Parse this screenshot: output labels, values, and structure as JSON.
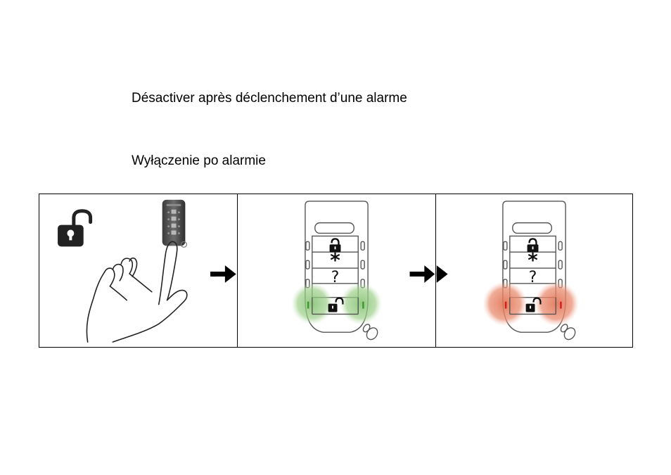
{
  "headings": {
    "french": "Désactiver après déclenchement d’une alarme",
    "polish": "Wyłączenie po alarmie"
  },
  "steps": [
    {
      "icon": "unlock-padlock-icon",
      "action": "finger pressing remote"
    },
    {
      "icon": "remote-keypad-icon",
      "led_color": "#7ec06b"
    },
    {
      "icon": "remote-keypad-icon",
      "led_color": "#e1704f"
    }
  ],
  "remote_keys": [
    "lock-icon",
    "*",
    "?",
    "unlock-icon"
  ],
  "colors": {
    "confirm_green": "#7ec06b",
    "alarm_red": "#e1704f",
    "outline": "#555555"
  }
}
